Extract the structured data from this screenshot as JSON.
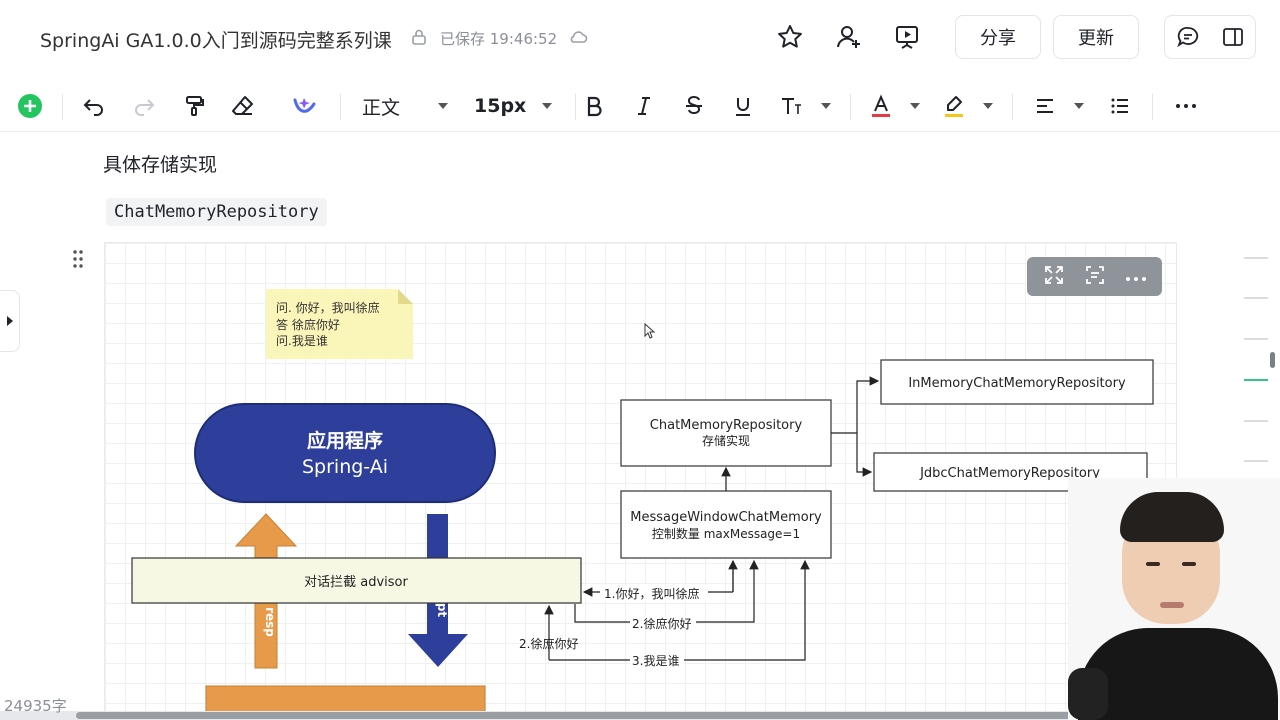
{
  "header": {
    "doc_title": "SpringAi GA1.0.0入门到源码完整系列课",
    "save_status": "已保存 19:46:52",
    "share_label": "分享",
    "update_label": "更新"
  },
  "toolbar": {
    "style_label": "正文",
    "font_size": "15px"
  },
  "content": {
    "heading": "具体存储实现",
    "code_chip": "ChatMemoryRepository"
  },
  "diagram": {
    "note_lines": [
      "问. 你好，我叫徐庶",
      "答  徐庶你好",
      "问.我是谁"
    ],
    "app_title": "应用程序",
    "app_subtitle": "Spring-Ai",
    "advisor_label": "对话拦截  advisor",
    "response_label": "resp",
    "prompt_label": "pt",
    "repo_title": "ChatMemoryRepository",
    "repo_subtitle": "存储实现",
    "window_title": "MessageWindowChatMemory",
    "window_subtitle": "控制数量    maxMessage=1",
    "inmemory_label": "InMemoryChatMemoryRepository",
    "jdbc_label": "JdbcChatMemoryRepository",
    "msg1": "1.你好，我叫徐庶",
    "msg2": "2.徐庶你好",
    "msg2_left": "2.徐庶你好",
    "msg3": "3.我是谁"
  },
  "footer": {
    "word_count": "24935字"
  },
  "colors": {
    "app_fill": "#2e3f9b",
    "orange": "#e69a4a",
    "advisor_fill": "#f7f8e4",
    "note_fill": "#faf5b8",
    "accent_green": "#34c38f",
    "add_green": "#22c55e"
  },
  "icons": {
    "header": [
      "lock-icon",
      "cloud-icon",
      "star-icon",
      "add-user-icon",
      "present-icon",
      "comment-icon",
      "sidebar-icon"
    ],
    "toolbar": [
      "add-icon",
      "undo-icon",
      "redo-icon",
      "format-painter-icon",
      "eraser-icon",
      "ai-assistant-icon",
      "bold-icon",
      "italic-icon",
      "strikethrough-icon",
      "underline-icon",
      "more-text-icon",
      "font-color-icon",
      "highlight-icon",
      "align-icon",
      "list-icon",
      "more-icon"
    ],
    "canvas": [
      "expand-icon",
      "fit-icon",
      "more-icon"
    ]
  }
}
